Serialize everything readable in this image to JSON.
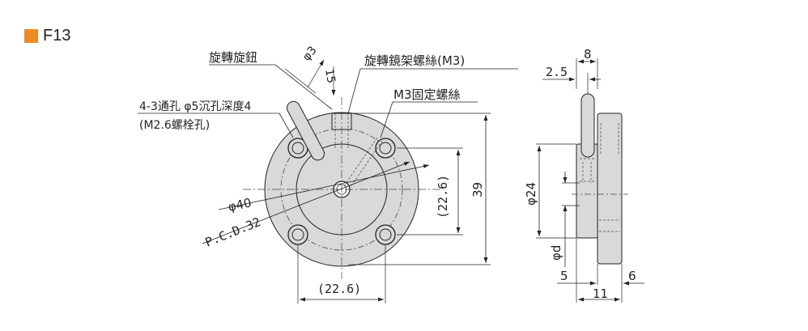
{
  "header": {
    "accent_color": "#f08a24",
    "code": "F13"
  },
  "labels": {
    "knob": "旋轉旋鈕",
    "mirror_screw": "旋轉鏡架螺絲(M3)",
    "fixing_screw": "M3固定螺絲",
    "holes_line1": "4-3通孔 φ5沉孔深度4",
    "holes_line2": "(M2.6螺栓孔)",
    "dia_outer": "φ40",
    "pcd": "P.C.D.32",
    "dia_phi3": "φ3",
    "dim_15": "15",
    "dim_v_22_6": "(22.6)",
    "dim_h_22_6": "(22.6)",
    "dim_39": "39",
    "dim_8": "8",
    "dim_2_5": "2.5",
    "dia_24": "φ24",
    "dia_d": "φd",
    "dim_5": "5",
    "dim_6": "6",
    "dim_11": "11"
  },
  "colors": {
    "part_fill": "#d9d9d9",
    "line": "#222222",
    "centerline": "#444444"
  }
}
